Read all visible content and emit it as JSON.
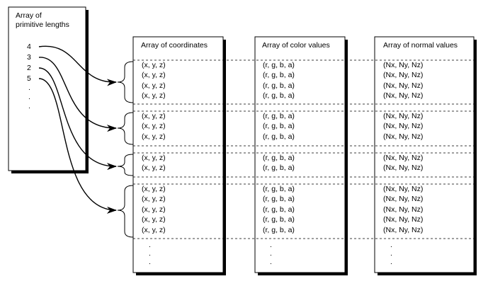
{
  "lengths_box": {
    "title_lines": [
      "Array of",
      "primitive lengths"
    ],
    "values": [
      "4",
      "3",
      "2",
      "5"
    ],
    "ellipsis": [
      ".",
      ".",
      "."
    ]
  },
  "coords_box": {
    "title": "Array of coordinates",
    "entry": "(x, y, z)"
  },
  "colors_box": {
    "title": "Array of color values",
    "entry": "(r, g, b, a)"
  },
  "normals_box": {
    "title": "Array of normal values",
    "entry": "(Nx, Ny, Nz)"
  },
  "ellipsis": [
    ".",
    ".",
    "."
  ],
  "groups": [
    4,
    3,
    2,
    5
  ]
}
